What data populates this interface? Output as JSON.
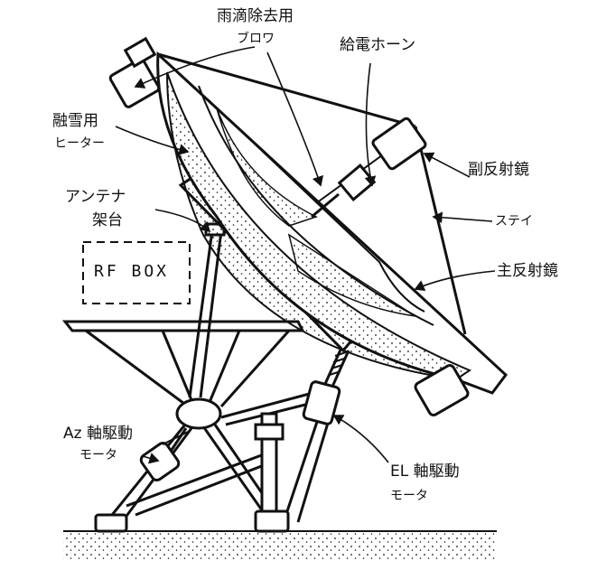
{
  "labels": {
    "rain_blower": {
      "line1": "雨滴除去用",
      "line2": "ブロワ"
    },
    "feed_horn": "給電ホーン",
    "snow_heater": {
      "line1": "融雪用",
      "line2": "ヒーター"
    },
    "sub_reflector": "副反射鏡",
    "antenna_mount": {
      "line1": "アンテナ",
      "line2": "架台"
    },
    "stay": "ステイ",
    "rf_box": "RF BOX",
    "main_reflector": "主反射鏡",
    "az_drive": {
      "line1": "Az 軸駆動",
      "line2": "モータ"
    },
    "el_drive": {
      "line1": "EL 軸駆動",
      "line2": "モータ"
    }
  },
  "colors": {
    "ink": "#111111",
    "background": "#ffffff"
  }
}
